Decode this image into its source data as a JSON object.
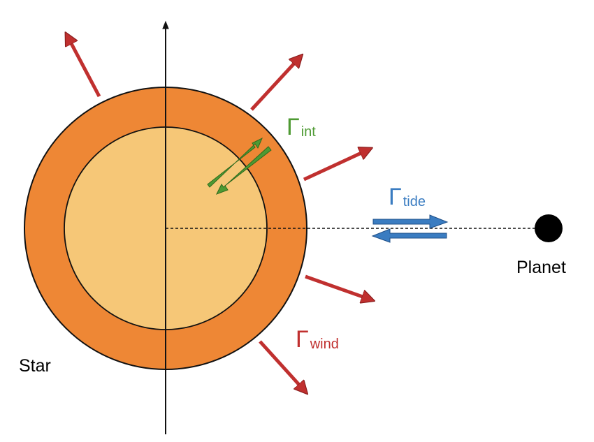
{
  "labels": {
    "star": "Star",
    "planet": "Planet",
    "gamma": "Γ",
    "int_sub": "int",
    "tide_sub": "tide",
    "wind_sub": "wind"
  },
  "colors": {
    "envelope": "#EE8735",
    "core": "#F6C777",
    "wind": "#C0302F",
    "internal": "#4E9A33",
    "tide": "#3A7CC1",
    "outline": "#111111"
  },
  "icons": {
    "wind_arrow": "arrow-outward-icon",
    "internal_arrow": "double-arrow-icon",
    "tide_arrow": "double-arrow-icon"
  }
}
